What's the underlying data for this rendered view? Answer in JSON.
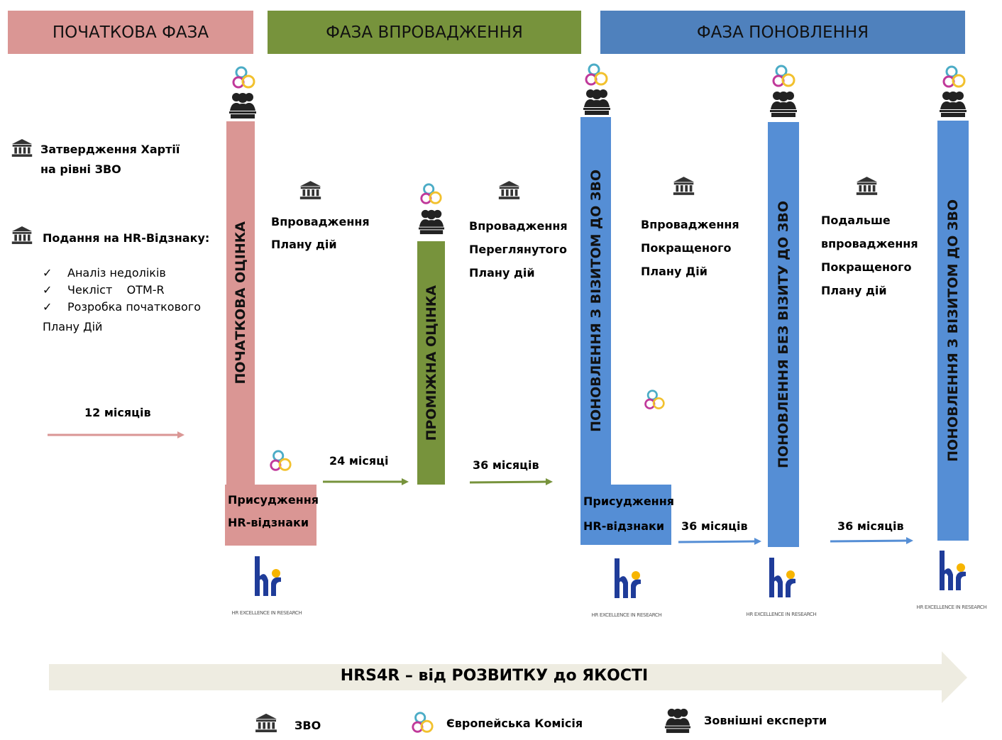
{
  "phases": [
    {
      "label": "ПОЧАТКОВА ФАЗА",
      "color": "#DA9694"
    },
    {
      "label": "ФАЗА ВПРОВАДЖЕННЯ",
      "color": "#77933C"
    },
    {
      "label": "ФАЗА ПОНОВЛЕННЯ",
      "color": "#4F81BD"
    }
  ],
  "left": {
    "charter": [
      "Затвердження Хартії",
      "на рівні ЗВО"
    ],
    "submission": "Подання на HR-Відзнаку:",
    "checks": [
      "Аналіз недоліків",
      "Чекліст    ОТМ-R",
      "Розробка початкового"
    ],
    "checks_tail": "Плану Дій",
    "duration": "12 місяців"
  },
  "bars": {
    "initial": "ПОЧАТКОВА ОЦІНКА",
    "interim": "ПРОМІЖНА ОЦІНКА",
    "renew1": "ПОНОВЛЕННЯ З ВІЗИТОМ ДО ЗВО",
    "renew2": "ПОНОВЛЕННЯ БЕЗ ВІЗИТУ ДО ЗВО",
    "renew3": "ПОНОВЛЕННЯ З ВІЗИТОМ ДО ЗВО"
  },
  "award": [
    "Присудження",
    "HR-відзнаки"
  ],
  "steps": [
    [
      "Впровадження",
      "Плану дій"
    ],
    [
      "Впровадження",
      "Переглянутого",
      "Плану дій"
    ],
    [
      "Впровадження",
      "Покращеного",
      "Плану Дій"
    ],
    [
      "Подальше",
      "впровадження",
      "Покращеного",
      "Плану дій"
    ]
  ],
  "durations": [
    "24 місяці",
    "36 місяців",
    "36 місяців",
    "36 місяців"
  ],
  "hr_logo_caption": "HR EXCELLENCE IN RESEARCH",
  "banner": "HRS4R – від РОЗВИТКУ до ЯКОСТІ",
  "legend": {
    "hei": "ЗВО",
    "ec": "Європейська Комісія",
    "experts": "Зовнішні експерти"
  },
  "colors": {
    "bar_blue": "#558ED5",
    "banner": "#EEECE1"
  }
}
